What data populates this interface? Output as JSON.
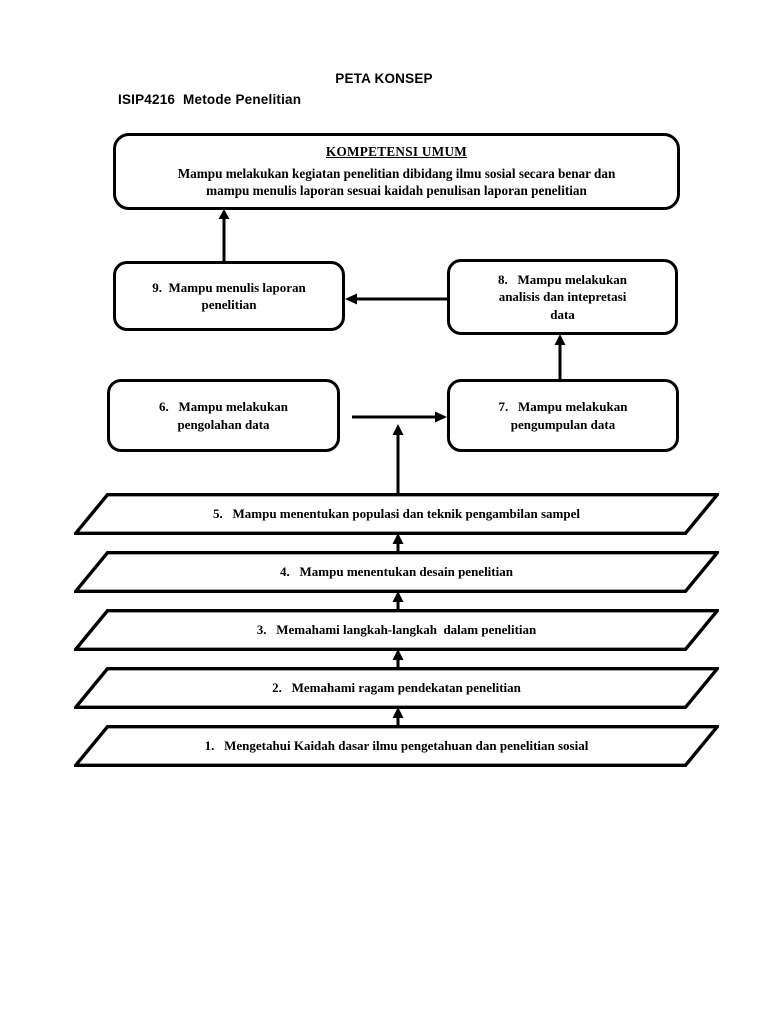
{
  "page": {
    "title": "PETA KONSEP",
    "course": "ISIP4216  Metode Penelitian",
    "background_color": "#ffffff",
    "line_color": "#000000"
  },
  "diagram": {
    "type": "concept-map",
    "top_box": {
      "heading": "KOMPETENSI UMUM",
      "line1": "Mampu melakukan kegiatan penelitian dibidang ilmu sosial secara benar dan",
      "line2": "mampu menulis laporan sesuai kaidah penulisan laporan penelitian"
    },
    "boxes": [
      {
        "id": "box-9",
        "number": "9.",
        "shape": "rounded-rect",
        "line1": "9.  Mampu menulis laporan",
        "line2": "penelitian"
      },
      {
        "id": "box-8",
        "number": "8.",
        "shape": "rounded-rect",
        "line1": "8.   Mampu melakukan",
        "line2": "analisis dan intepretasi",
        "line3": "data"
      },
      {
        "id": "box-6",
        "number": "6.",
        "shape": "rounded-rect",
        "line1": "6.   Mampu melakukan",
        "line2": "pengolahan data"
      },
      {
        "id": "box-7",
        "number": "7.",
        "shape": "rounded-rect",
        "line1": "7.   Mampu melakukan",
        "line2": "pengumpulan data"
      }
    ],
    "parallelograms": [
      {
        "id": "row-5",
        "number": "5.",
        "label": "5.   Mampu menentukan populasi dan teknik pengambilan sampel"
      },
      {
        "id": "row-4",
        "number": "4.",
        "label": "4.   Mampu menentukan desain penelitian"
      },
      {
        "id": "row-3",
        "number": "3.",
        "label": "3.   Memahami langkah-langkah  dalam penelitian"
      },
      {
        "id": "row-2",
        "number": "2.",
        "label": "2.   Memahami ragam pendekatan penelitian"
      },
      {
        "id": "row-1",
        "number": "1.",
        "label": "1.   Mengetahui Kaidah dasar ilmu pengetahuan dan penelitian sosial"
      }
    ],
    "arrows": [
      {
        "from": "box-9",
        "to": "top_box",
        "direction": "up"
      },
      {
        "from": "box-8",
        "to": "box-9",
        "direction": "left"
      },
      {
        "from": "box-7",
        "to": "box-8",
        "direction": "up"
      },
      {
        "from": "box-6",
        "to": "box-7",
        "direction": "right"
      },
      {
        "from": "row-5",
        "to": "box-6-7-link",
        "direction": "up"
      },
      {
        "from": "row-4",
        "to": "row-5",
        "direction": "up"
      },
      {
        "from": "row-3",
        "to": "row-4",
        "direction": "up"
      },
      {
        "from": "row-2",
        "to": "row-3",
        "direction": "up"
      },
      {
        "from": "row-1",
        "to": "row-2",
        "direction": "up"
      }
    ]
  }
}
